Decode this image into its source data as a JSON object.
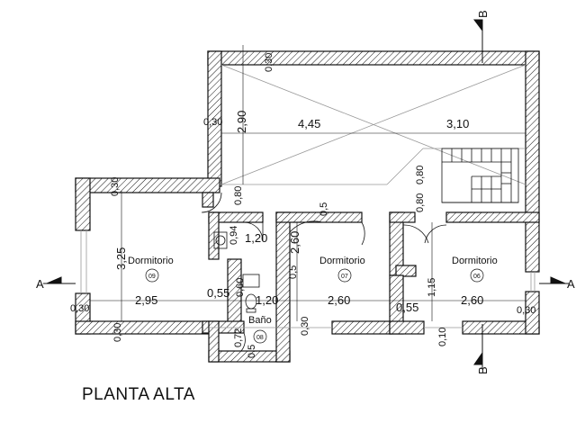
{
  "title": "PLANTA ALTA",
  "rooms": [
    {
      "name": "Dormitorio",
      "number": "09"
    },
    {
      "name": "Dormitorio",
      "number": "07"
    },
    {
      "name": "Dormitorio",
      "number": "06"
    },
    {
      "name": "Baño",
      "number": "08"
    }
  ],
  "section_marks": {
    "a_left": "A",
    "a_right": "A",
    "b_top": "B",
    "b_bottom": "B"
  },
  "dimensions": {
    "top_wall_left": "0,30",
    "top_wall_right": "0,30",
    "void_height": "2,90",
    "span_left": "4,45",
    "span_right": "3,10",
    "left_wall_top": "0,30",
    "stair_wall_a": "0,80",
    "stair_wall_b": "0,80",
    "corridor": "0,80",
    "bath_upper": "0,94",
    "bath_width": "1,20",
    "door_a": "0,5",
    "room09_height": "3,25",
    "room07_height": "2,60",
    "door_b": "0,5",
    "room09_width": "2,95",
    "wall_055_left": "0,55",
    "bath_wall_a": "0,60",
    "bath_width_b": "1,20",
    "room07_width": "2,60",
    "wall_055_right": "0,55",
    "room06_inner": "1,15",
    "room06_width": "2,60",
    "left_edge": "0,30",
    "right_edge": "0,30",
    "bottom_wall_left": "0,30",
    "bath_lower": "0,72",
    "bath_door": "0,5",
    "bottom_wall_mid": "0,30",
    "bottom_wall_right": "0,10"
  },
  "colors": {
    "line": "#111111",
    "thin": "#888888",
    "background": "#ffffff"
  }
}
